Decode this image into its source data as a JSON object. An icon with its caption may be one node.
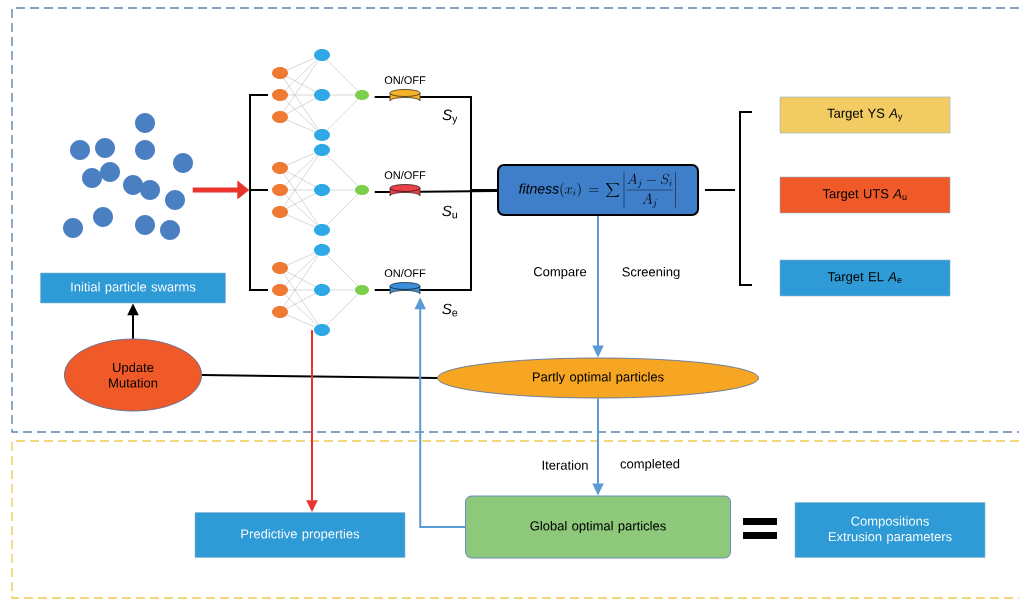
{
  "diagram": {
    "nodes": [
      {
        "text": [],
        "shape": "circle"
      },
      {
        "text": [
          "Initial particle swarms"
        ]
      },
      {
        "text": [],
        "shape": "network"
      },
      {
        "text": [],
        "shape": "cylinder",
        "beside": [
          "ON/OFF",
          "*S*$_{y}$"
        ]
      },
      {
        "text": [],
        "shape": "cylinder",
        "beside": [
          "ON/OFF",
          "*S*$_{u}$"
        ]
      },
      {
        "text": [],
        "shape": "cylinder",
        "beside": [
          "ON/OFF",
          "*S*$_{e}$"
        ]
      },
      {
        "text": [
          "\\mathit{fitness}(x_{i})=\\sum\\left|\\frac{A_{j}-S_{i}}{A_{j}}\\right|"
        ]
      },
      {
        "text": [
          "Target YS *A*$_{y}$"
        ]
      },
      {
        "text": [
          "Target UTS *A*$_{u}$"
        ]
      },
      {
        "text": [
          "Target EL *A*$_{e}$"
        ]
      },
      {
        "text": [
          "Update Mutation"
        ]
      },
      {
        "text": [
          "Partly optimal particles"
        ]
      },
      {
        "text": [
          "Predictive properties"
        ]
      },
      {
        "text": [
          "Global optimal particles"
        ]
      },
      {
        "text": [
          "Compositions Extrusion parameters"
        ]
      }
    ],
    "edges": [
      {
        "from": 0,
        "to": 2,
        "arrow": "to",
        "style": "thick",
        "color": "#e8342c"
      },
      {
        "from": 2,
        "to": 3,
        "arrow": "none"
      },
      {
        "from": 2,
        "to": 4,
        "arrow": "none"
      },
      {
        "from": 2,
        "to": 5,
        "arrow": "none"
      },
      {
        "from": 3,
        "to": 6,
        "arrow": "none"
      },
      {
        "from": 4,
        "to": 6,
        "arrow": "none"
      },
      {
        "from": 5,
        "to": 6,
        "arrow": "none"
      },
      {
        "from": 6,
        "to": 11,
        "arrow": "to",
        "color": "#5b9bd5"
      },
      {
        "from": 11,
        "to": 10,
        "arrow": "none"
      },
      {
        "from": 10,
        "to": 1,
        "arrow": "to"
      },
      {
        "from": 11,
        "to": 13,
        "arrow": "to",
        "color": "#5b9bd5"
      },
      {
        "from": 13,
        "to": 5,
        "arrow": "to",
        "color": "#5b9bd5"
      },
      {
        "from": 2,
        "to": 12,
        "arrow": "to",
        "color": "#e8342c"
      }
    ],
    "labels": [
      "Compare",
      "Screening",
      "Iteration",
      "completed"
    ]
  }
}
